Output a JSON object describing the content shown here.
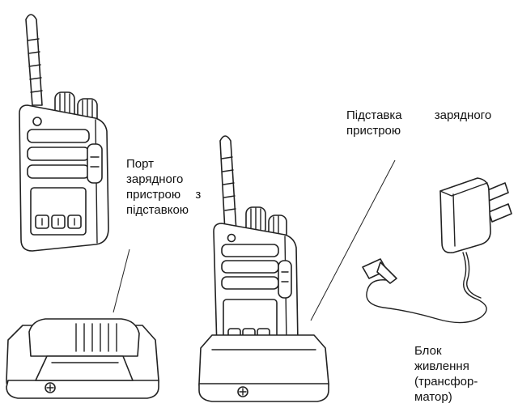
{
  "labels": {
    "charging_port": [
      "Порт",
      "зарядного",
      "пристрою з",
      "підставкою"
    ],
    "charging_stand": [
      "Підставка зарядного",
      "пристрою"
    ],
    "power_supply": [
      "Блок",
      "живлення",
      "(трансфор-",
      "матор)"
    ]
  },
  "icons": [
    "radio-icon",
    "charging-cradle-icon",
    "power-adapter-icon"
  ]
}
